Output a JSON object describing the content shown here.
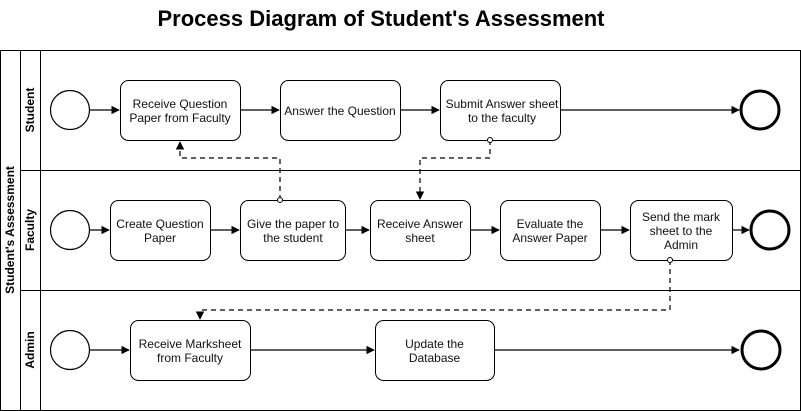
{
  "title": "Process Diagram of Student's Assessment",
  "pool": {
    "label": "Student's Assessment"
  },
  "lanes": [
    {
      "label": "Student"
    },
    {
      "label": "Faculty"
    },
    {
      "label": "Admin"
    }
  ],
  "tasks": {
    "receive_question_paper": "Receive Question Paper from Faculty",
    "answer_question": "Answer the Question",
    "submit_answer_sheet": "Submit Answer sheet to the faculty",
    "create_question_paper": "Create Question Paper",
    "give_paper": "Give the paper to the student",
    "receive_answer_sheet": "Receive Answer sheet",
    "evaluate_answer_paper": "Evaluate the Answer Paper",
    "send_mark_sheet": "Send the mark sheet to the Admin",
    "receive_marksheet": "Receive Marksheet from Faculty",
    "update_database": "Update the Database"
  },
  "colors": {
    "stroke": "#000000",
    "fill": "#ffffff"
  }
}
